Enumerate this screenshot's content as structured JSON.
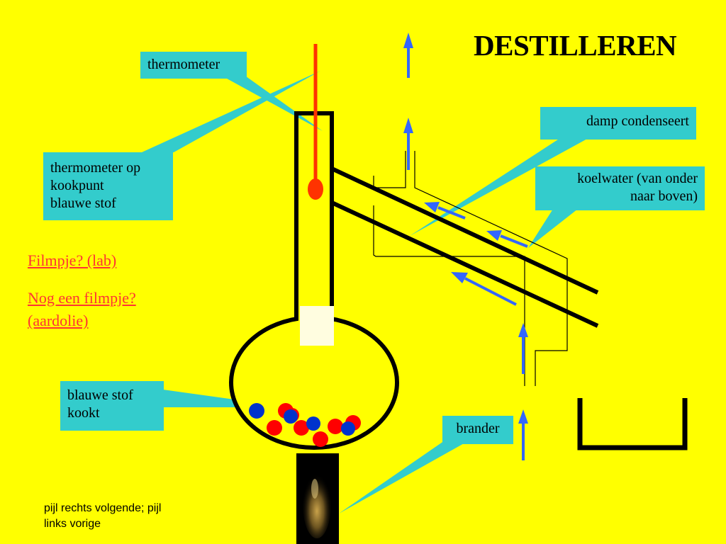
{
  "title": "DESTILLEREN",
  "labels": {
    "thermometer": "thermometer",
    "thermometer_kookpunt": [
      "thermometer op",
      "kookpunt",
      "blauwe stof"
    ],
    "damp": "damp condenseert",
    "koelwater": [
      "koelwater (van onder",
      "naar boven)"
    ],
    "blauwe_kookt": [
      "blauwe stof",
      "kookt"
    ],
    "brander": "brander"
  },
  "links": {
    "filmpje_lab": "Filmpje? (lab)",
    "filmpje_aardolie": [
      "Nog een filmpje?",
      "(aardolie)"
    ]
  },
  "note": [
    "pijl rechts volgende; pijl",
    "links vorige"
  ],
  "colors": {
    "background": "#ffff00",
    "callout": "#33cccc",
    "link": "#ff3333",
    "arrow": "#3366ff",
    "thermometer": "#ff3300",
    "red_particle": "#ff0000",
    "blue_particle": "#0033cc"
  }
}
